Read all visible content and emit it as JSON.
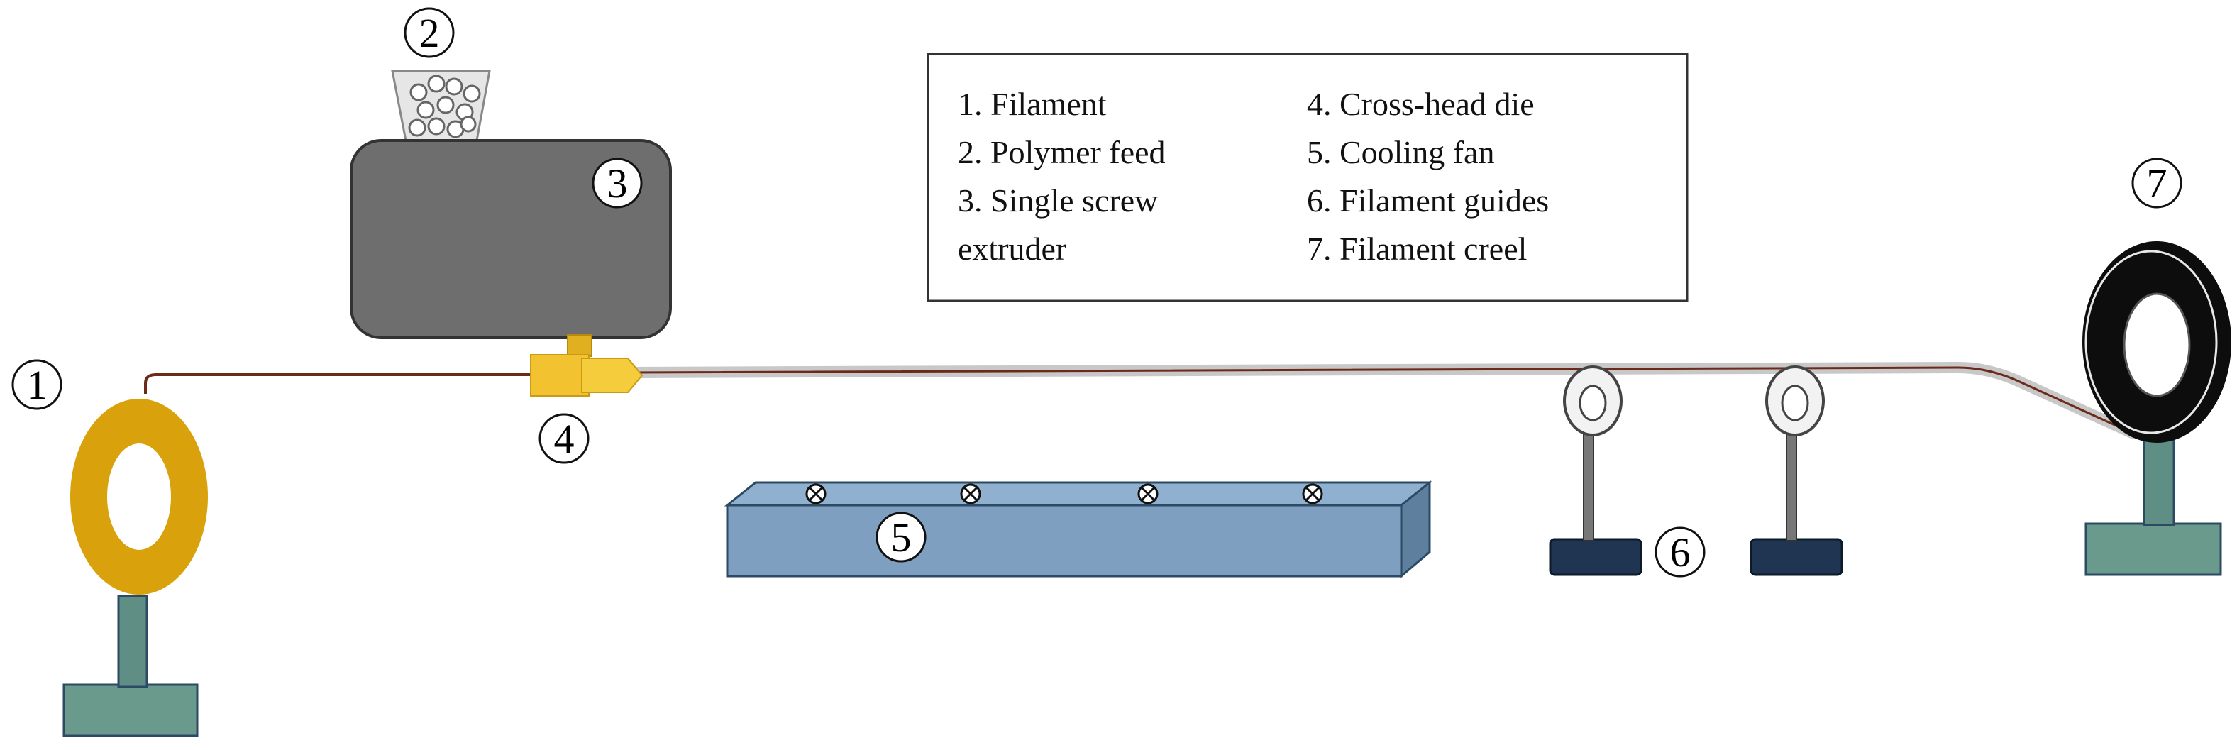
{
  "legend": {
    "left_column": [
      "1. Filament",
      "2. Polymer feed",
      "3. Single screw",
      "extruder"
    ],
    "right_column": [
      "4. Cross-head die",
      "5. Cooling fan",
      "6. Filament guides",
      "7. Filament creel"
    ]
  },
  "markers": {
    "filament": "1",
    "polymer_feed": "2",
    "extruder": "3",
    "crosshead_die": "4",
    "cooling_fan": "5",
    "filament_guides": "6",
    "filament_creel": "7"
  },
  "colors": {
    "spool": "#d9a10c",
    "stand_post": "#5f8f84",
    "stand_base": "#6a9a8c",
    "extruder_body": "#6e6e6e",
    "die": "#f2c230",
    "fan_box": "#7f9fc0",
    "guide_base": "#1f3552",
    "creel_ring": "#0d0d0d",
    "filament": "#6b2a1a",
    "coated_filament": "#b5b5b5"
  },
  "icons": {
    "fan_units": "fan-x-icon",
    "hopper_contents": "pellets"
  }
}
